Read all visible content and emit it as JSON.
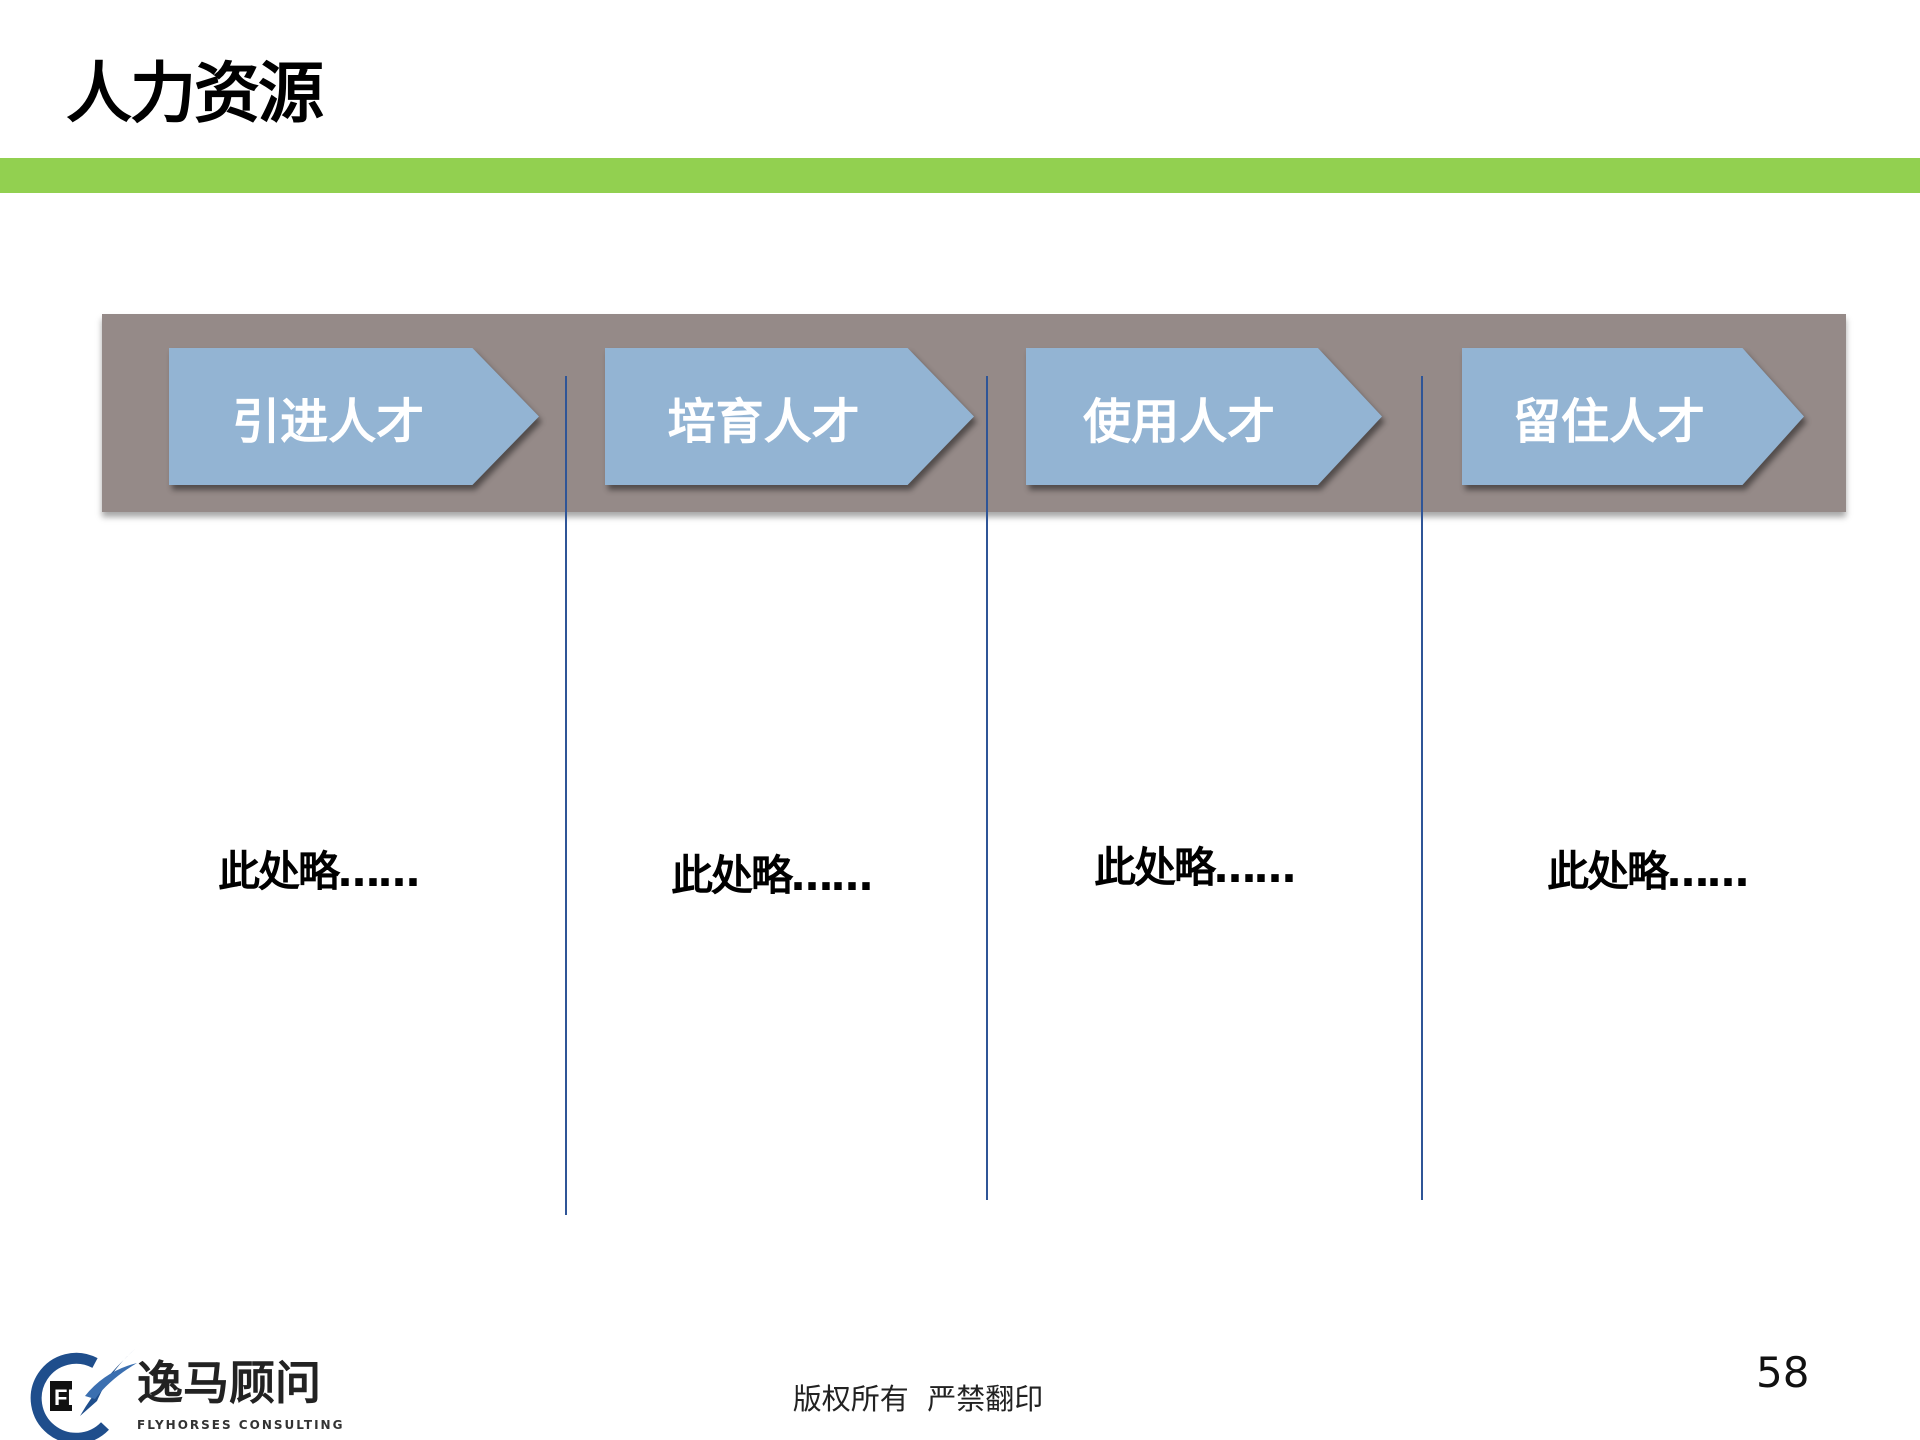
{
  "header": {
    "title": "人力资源"
  },
  "process": {
    "steps": [
      {
        "label": "引进人才",
        "note": "此处略……"
      },
      {
        "label": "培育人才",
        "note": "此处略……"
      },
      {
        "label": "使用人才",
        "note": "此处略……"
      },
      {
        "label": "留住人才",
        "note": "此处略……"
      }
    ]
  },
  "footer": {
    "copyright": "版权所有  严禁翻印",
    "page_number": "58"
  },
  "logo": {
    "cn": "逸马顾问",
    "en": "FLYHORSES CONSULTING",
    "mark": "FH"
  },
  "colors": {
    "accent_green": "#92d050",
    "band_gray": "#958a88",
    "arrow_blue": "#93b4d3",
    "line_blue": "#2f5597"
  }
}
